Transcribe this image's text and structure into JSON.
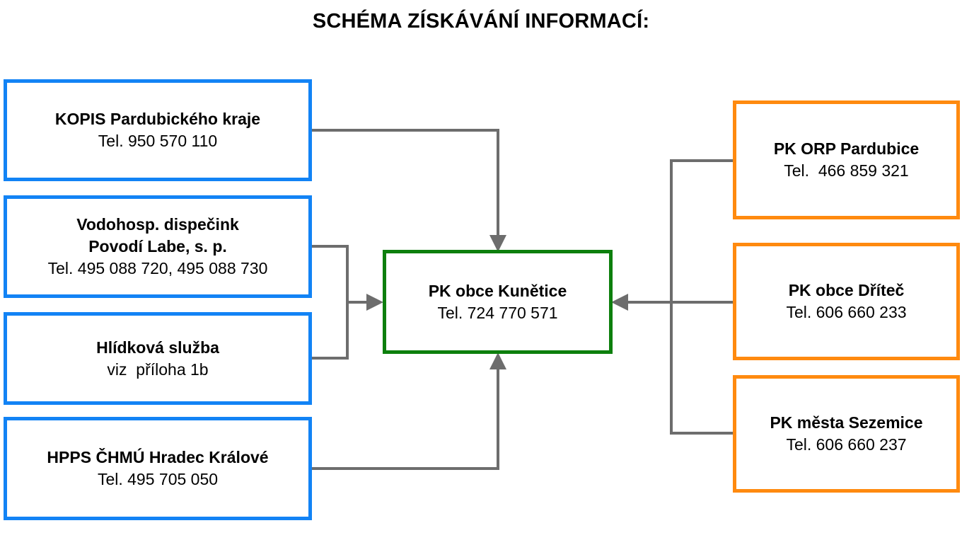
{
  "title": "SCHÉMA ZÍSKÁVÁNÍ INFORMACÍ:",
  "colors": {
    "source_border": "#1283f5",
    "contact_border": "#ff8a0f",
    "center_border": "#0d7f0d",
    "connector": "#6d6d6d"
  },
  "center": {
    "name": "PK obce Kunětice",
    "phone": "Tel. 724 770 571"
  },
  "sources": [
    {
      "name": "KOPIS Pardubického kraje",
      "lines": [
        "Tel. 950 570 110"
      ]
    },
    {
      "name_lines": [
        "Vodohosp. dispečink",
        "Povodí Labe, s. p."
      ],
      "lines": [
        "Tel. 495 088 720, 495 088 730"
      ]
    },
    {
      "name": "Hlídková služba",
      "lines": [
        "viz  příloha 1b"
      ]
    },
    {
      "name": "HPPS ČHMÚ Hradec Králové",
      "lines": [
        "Tel. 495 705 050"
      ]
    }
  ],
  "contacts": [
    {
      "name": "PK ORP Pardubice",
      "phone": "Tel.  466 859 321"
    },
    {
      "name": "PK obce Dříteč",
      "phone": "Tel. 606 660 233"
    },
    {
      "name": "PK města Sezemice",
      "phone": "Tel. 606 660 237"
    }
  ]
}
